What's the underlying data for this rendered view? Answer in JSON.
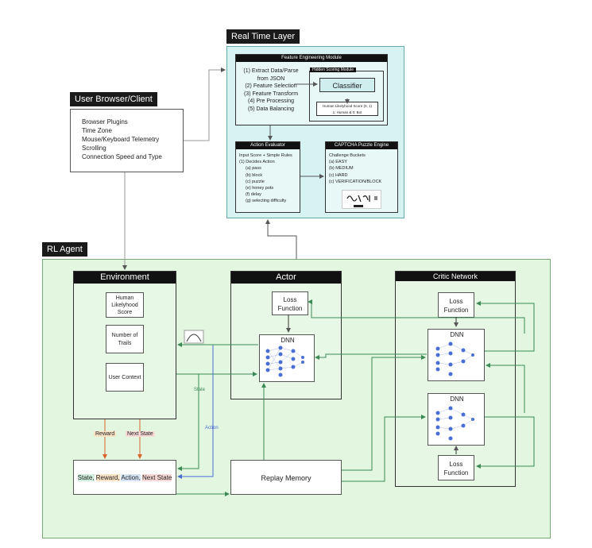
{
  "realtime": {
    "label": "Real Time Layer",
    "feature_title": "Feature Engineering Module",
    "feature_steps": [
      "(1) Extract Data/Parse",
      "from JSON",
      "(2) Feature Selection",
      "(3) Feature Transform",
      "(4) Pre Processing",
      "(5) Data Balancing"
    ],
    "scoring_label": "Hidden Scoring Module",
    "classifier": "Classifier",
    "score_text": [
      "Human Likelyhood Score (0, 1)",
      "1: Human & 0: Bot"
    ],
    "action_title": "Action Evaluator",
    "action_lines": [
      "Input Score + Simple Rules",
      "(1) Decides Action",
      "(a) pass",
      "(b) block",
      "(c) puzzle",
      "(e) honey pots",
      "(f) delay",
      "(g) selecting difficulty"
    ],
    "captcha_title": "CAPTCHA Puzzle Engine",
    "captcha_lines": [
      "Challenge Buckets",
      "(a) EASY",
      "(b) MEDIUM",
      "(c) HARD",
      "(c) VERIFICATION/BLOCK"
    ]
  },
  "client": {
    "label": "User Browser/Client",
    "items": [
      "Browser Plugins",
      "Time Zone",
      "Mouse/Keyboard Telemetry",
      "Scrolling",
      "Connection Speed and Type"
    ]
  },
  "rl": {
    "label": "RL Agent",
    "environment": {
      "title": "Environment",
      "human_score": [
        "Human",
        "Likelyhood",
        "Score"
      ],
      "trials": [
        "Number of",
        "Trails"
      ],
      "user_context": "User Context"
    },
    "actor": {
      "title": "Actor",
      "loss": [
        "Loss",
        "Function"
      ],
      "dnn": "DNN"
    },
    "critic": {
      "title": "Critic Network",
      "loss_top": [
        "Loss",
        "Function"
      ],
      "dnn_top": "DNN",
      "dnn_bottom": "DNN",
      "loss_bottom": [
        "Loss",
        "Function"
      ]
    },
    "labels": {
      "state": "State",
      "action": "Action",
      "reward": "Reward",
      "next_state": "Next State"
    },
    "tuple": {
      "state": "State,",
      "reward": "Reward,",
      "action": "Action,",
      "next_state": "Next State"
    },
    "replay": "Replay Memory"
  },
  "colors": {
    "realtime_bg": "#d7f3f1",
    "rl_bg": "#e2f6e0",
    "critic_bg": "#e6f7e4",
    "arrow_green": "#3a8a55",
    "arrow_blue": "#4a6fd4",
    "arrow_orange": "#d9632c",
    "node_blue": "#4a6fd4"
  }
}
